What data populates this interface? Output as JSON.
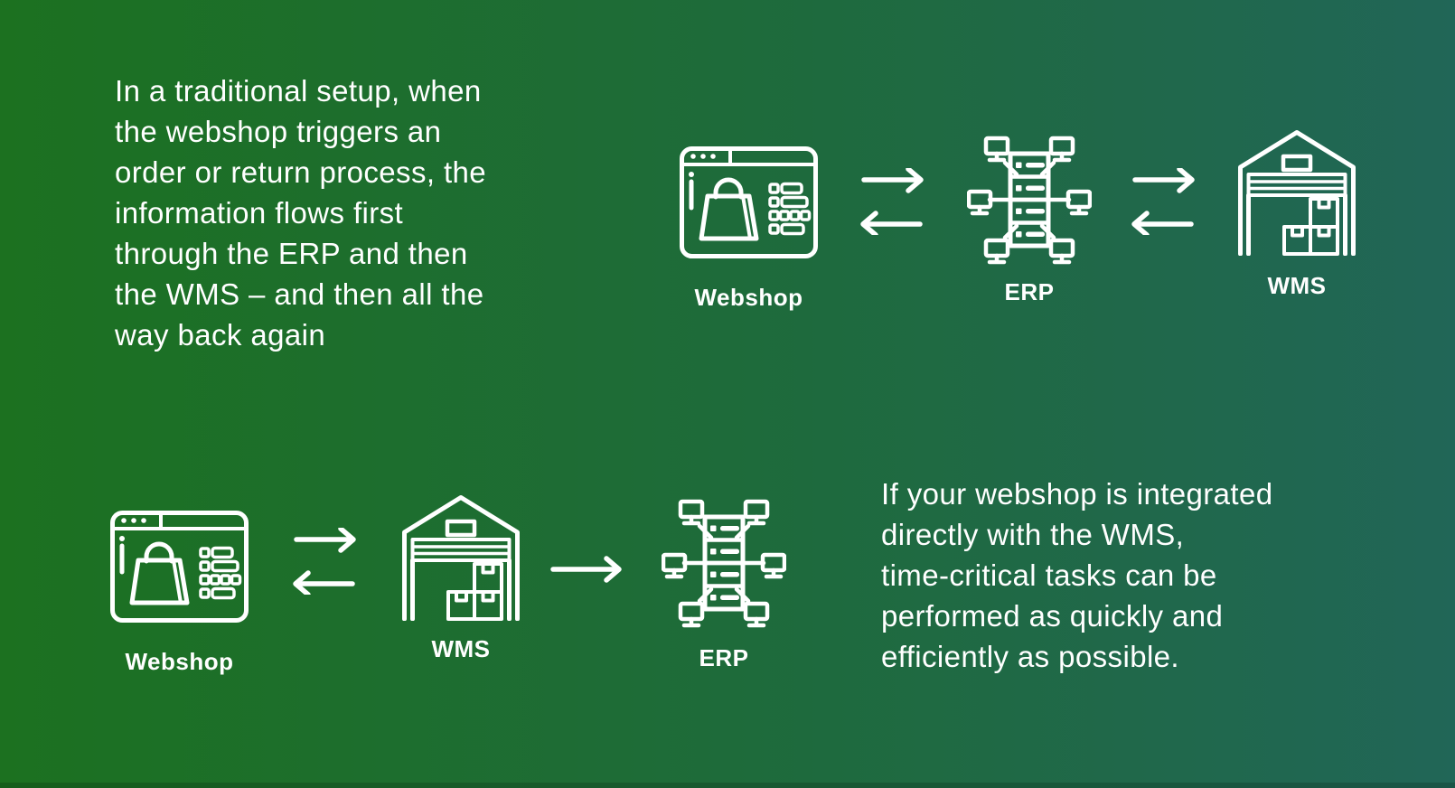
{
  "colors": {
    "background_left": "#1C7120",
    "background_right": "#216657",
    "text": "#FFFFFF",
    "icon_stroke": "#FFFFFF"
  },
  "traditional": {
    "description_lines": [
      "In a traditional setup, when",
      "the webshop triggers an",
      "order or return process, the",
      "information flows first",
      "through the ERP and then",
      "the WMS – and then all the",
      "way back again"
    ],
    "nodes": [
      {
        "label": "Webshop"
      },
      {
        "label": "ERP"
      },
      {
        "label": "WMS"
      }
    ]
  },
  "integrated": {
    "nodes": [
      {
        "label": "Webshop"
      },
      {
        "label": "WMS"
      },
      {
        "label": "ERP"
      }
    ],
    "description_lines": [
      "If your webshop is integrated",
      "directly with the WMS,",
      "time-critical tasks can be",
      "performed as quickly and",
      "efficiently as possible."
    ]
  }
}
